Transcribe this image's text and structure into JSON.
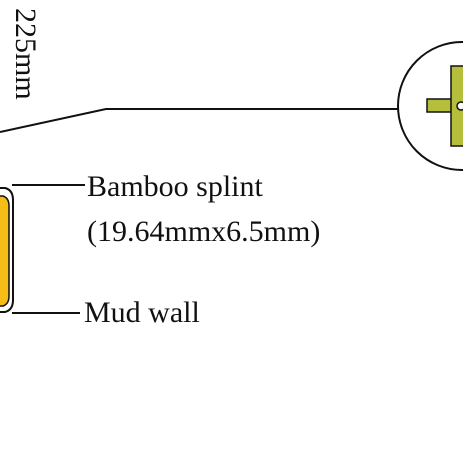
{
  "labels": {
    "dimension": "225mm",
    "bamboo_line1": "Bamboo splint",
    "bamboo_line2": "(19.64mmx6.5mm)",
    "mud_wall": "Mud wall"
  },
  "colors": {
    "splint_fill": "#f7bd17",
    "detail_fill": "#b6bf3c",
    "stroke": "#111111"
  }
}
